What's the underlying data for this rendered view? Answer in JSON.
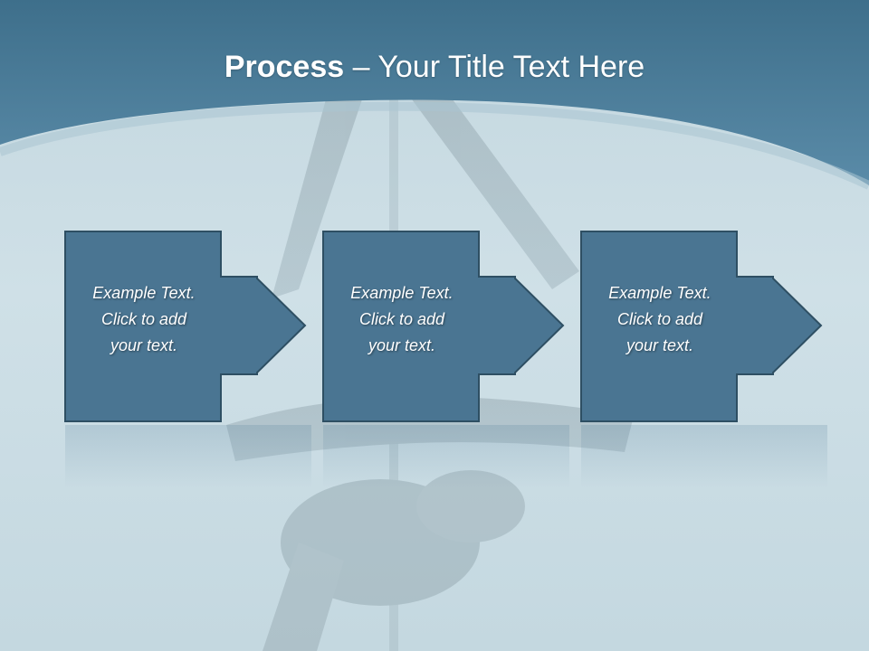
{
  "title": {
    "bold": "Process",
    "rest": " – Your Title Text Here"
  },
  "steps": [
    {
      "lines": [
        "Example Text.",
        "Click  to add",
        "your text."
      ]
    },
    {
      "lines": [
        "Example Text.",
        "Click  to add",
        "your text."
      ]
    },
    {
      "lines": [
        "Example Text.",
        "Click  to add",
        "your text."
      ]
    }
  ],
  "colors": {
    "header": "#4b7d99",
    "box_fill": "#4a7592",
    "box_border": "#2e4f63",
    "background": "#cbdde4"
  }
}
